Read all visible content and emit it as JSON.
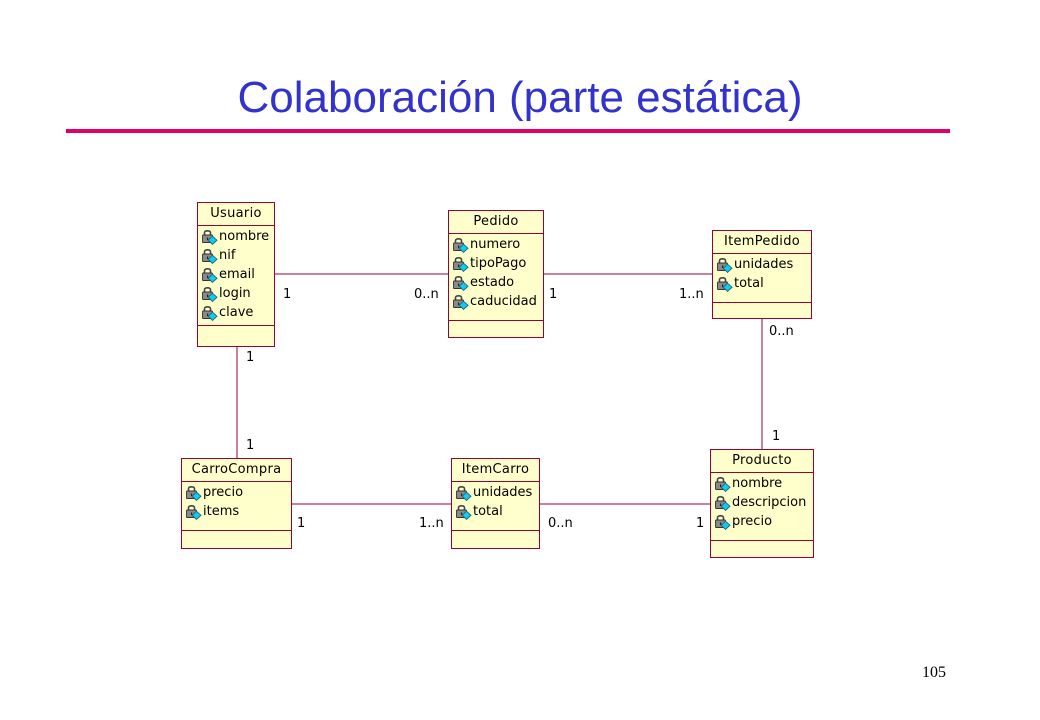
{
  "slide": {
    "title": "Colaboración (parte estática)",
    "page_number": "105",
    "title_color": "#3333cc",
    "rule_color": "#e0006b"
  },
  "diagram": {
    "colors": {
      "class_fill": "#ffffcc",
      "class_border": "#990033",
      "line": "#990033",
      "attribute_icon": "lock-with-cyan-diamond"
    },
    "classes": [
      {
        "id": "usuario",
        "name": "Usuario",
        "attributes": [
          "nombre",
          "nif",
          "email",
          "login",
          "clave"
        ]
      },
      {
        "id": "pedido",
        "name": "Pedido",
        "attributes": [
          "numero",
          "tipoPago",
          "estado",
          "caducidad"
        ]
      },
      {
        "id": "itempedido",
        "name": "ItemPedido",
        "attributes": [
          "unidades",
          "total"
        ]
      },
      {
        "id": "carrocompra",
        "name": "CarroCompra",
        "attributes": [
          "precio",
          "items"
        ]
      },
      {
        "id": "itemcarro",
        "name": "ItemCarro",
        "attributes": [
          "unidades",
          "total"
        ]
      },
      {
        "id": "producto",
        "name": "Producto",
        "attributes": [
          "nombre",
          "descripcion",
          "precio"
        ]
      }
    ],
    "associations": [
      {
        "from": "usuario",
        "to": "pedido",
        "from_mult": "1",
        "to_mult": "0..n"
      },
      {
        "from": "pedido",
        "to": "itempedido",
        "from_mult": "1",
        "to_mult": "1..n"
      },
      {
        "from": "usuario",
        "to": "carrocompra",
        "from_mult": "1",
        "to_mult": "1"
      },
      {
        "from": "itempedido",
        "to": "producto",
        "from_mult": "0..n",
        "to_mult": "1"
      },
      {
        "from": "carrocompra",
        "to": "itemcarro",
        "from_mult": "1",
        "to_mult": "1..n"
      },
      {
        "from": "itemcarro",
        "to": "producto",
        "from_mult": "0..n",
        "to_mult": "1"
      }
    ]
  }
}
